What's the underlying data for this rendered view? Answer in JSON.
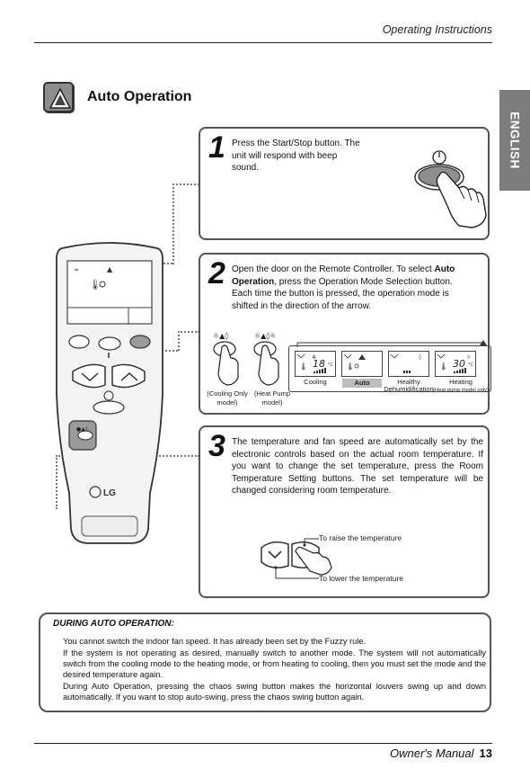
{
  "header": {
    "text": "Operating Instructions"
  },
  "language_tab": "ENGLISH",
  "section": {
    "title": "Auto Operation",
    "icon": "auto-mode-icon"
  },
  "steps": [
    {
      "number": "1",
      "text": "Press the Start/Stop button. The unit will respond with beep sound."
    },
    {
      "number": "2",
      "text_parts": [
        "Open the door on the Remote Controller. To select ",
        "Auto Operation",
        ", press the Operation Mode Selection button. Each time the button is pressed, the operation mode is shifted in the direction of the arrow."
      ]
    },
    {
      "number": "3",
      "text": "The temperature and fan speed are automatically set by the electronic controls based on the actual room temperature. If you want to change the set temperature, press the Room Temperature Setting buttons. The set temperature will be changed considering room temperature."
    }
  ],
  "mode_buttons": [
    {
      "caption": "(Cooling Only model)"
    },
    {
      "caption": "(Heat Pump model)"
    }
  ],
  "modes": [
    {
      "label": "Cooling",
      "display_temp": "18",
      "unit": "°C"
    },
    {
      "label": "Auto",
      "selected": true
    },
    {
      "label": "Healthy Dehumidification"
    },
    {
      "label": "Heating",
      "sublabel": "(Heat pump model only)",
      "display_temp": "30",
      "unit": "°C"
    }
  ],
  "temperature_buttons": {
    "raise_label": "To raise the temperature",
    "lower_label": "To lower the temperature"
  },
  "remote": {
    "brand": "LG"
  },
  "during_auto": {
    "title": "DURING AUTO OPERATION:",
    "paragraphs": [
      "You cannot switch the indoor fan speed. It has already been set by the Fuzzy rule.",
      "If the system is not operating as desired, manually switch to another mode. The system will not automatically switch from the cooling mode to the heating mode, or from heating to cooling, then you must set the mode and the desired temperature again.",
      "During Auto Operation, pressing the chaos swing button makes the horizontal louvers swing up and down automatically. If you want to stop auto-swing, press the chaos swing button again."
    ]
  },
  "footer": {
    "text": "Owner's Manual",
    "page": "13"
  }
}
